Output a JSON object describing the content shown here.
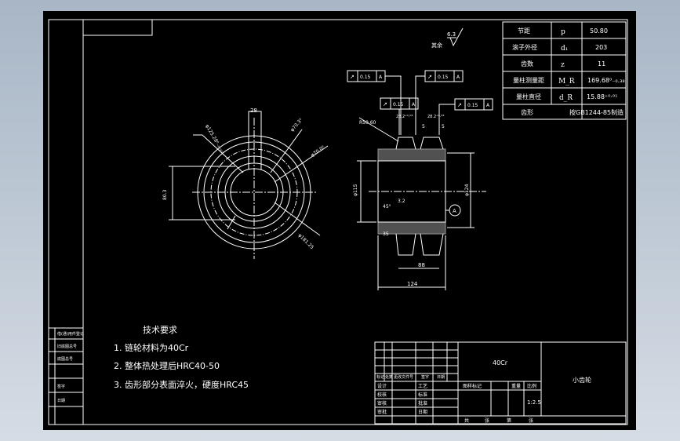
{
  "surface_finish": {
    "value": "6.3",
    "label": "其余"
  },
  "params": [
    {
      "name": "节距",
      "symbol": "p",
      "value": "50.80"
    },
    {
      "name": "滚子外径",
      "symbol": "d₁",
      "value": "203"
    },
    {
      "name": "齿数",
      "symbol": "z",
      "value": "11"
    },
    {
      "name": "量柱测量距",
      "symbol": "M_R",
      "value": "169.68⁰₋₀.₃₈"
    },
    {
      "name": "量柱直径",
      "symbol": "d_R",
      "value": "15.88⁺⁰·⁰¹"
    },
    {
      "name": "齿形",
      "symbol": "",
      "value": "按GB1244-85制造"
    }
  ],
  "tolerances": [
    {
      "sym": "↗",
      "val": "0.15",
      "ref": "A"
    },
    {
      "sym": "↗",
      "val": "0.15",
      "ref": "A"
    },
    {
      "sym": "↗",
      "val": "0.15",
      "ref": "A"
    },
    {
      "sym": "↗",
      "val": "0.15",
      "ref": "A"
    }
  ],
  "front_dims": {
    "keyway": "28",
    "d1": "φ125.28⁰₋₀.₀₀₃",
    "d2": "φ70.3⁰",
    "d3": "φ70.0⁰",
    "d4": "φ181.25",
    "h": "80.3"
  },
  "section_dims": {
    "r": "R50.60",
    "dim_a": "28.2⁺⁰·⁰⁴",
    "dim_b": "28.2⁺⁰·⁰⁴",
    "five_a": "5",
    "five_b": "5",
    "bore": "φ115",
    "outer": "φ124",
    "chamfer": "3.2",
    "angle": "45°",
    "hub": "88",
    "total": "124",
    "datum": "A",
    "small": "35"
  },
  "notes": {
    "title": "技术要求",
    "items": [
      "1.  链轮材料为40Cr",
      "2.  整体热处理后HRC40-50",
      "3.  齿形部分表面淬火，硬度HRC45"
    ]
  },
  "title_block": {
    "material": "40Cr",
    "part_name": "小齿轮",
    "scale": "1:2.5",
    "row_labels": [
      "设计",
      "校核",
      "审核",
      "审批"
    ],
    "mid_labels": [
      "工艺",
      "标准",
      "批准",
      "日期"
    ],
    "hdr": [
      "标记",
      "处数",
      "更改文件号",
      "签字",
      "日期"
    ],
    "weight_hdr": [
      "图样标记",
      "重量",
      "比例"
    ],
    "sheet": [
      "共",
      "张",
      "第",
      "张"
    ]
  },
  "side_block": [
    "借(通)用件登记",
    "旧底图总号",
    "底图总号",
    "签字",
    "日期"
  ]
}
